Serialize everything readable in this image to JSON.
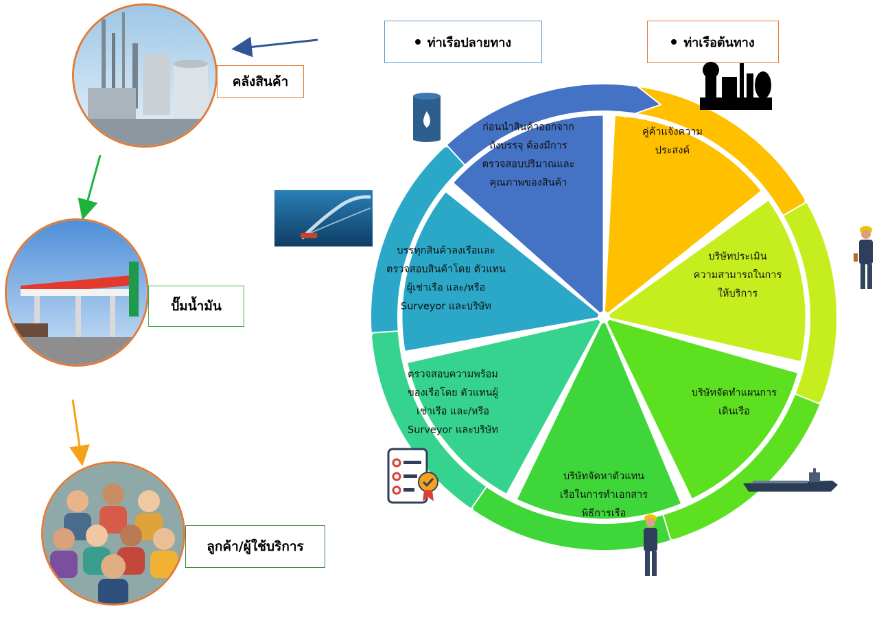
{
  "left_chain": {
    "warehouse": {
      "label": "คลังสินค้า",
      "image": "refinery-tanks-photo"
    },
    "gas_station": {
      "label": "ปั๊มน้ำมัน",
      "image": "gas-station-photo"
    },
    "customers": {
      "label": "ลูกค้า/ผู้ใช้บริการ",
      "image": "people-group-illustration"
    }
  },
  "ports": {
    "destination": "ท่าเรือปลายทาง",
    "origin": "ท่าเรือต้นทาง"
  },
  "cycle_steps": [
    {
      "lines": [
        "คู่ค้าแจ้งความ",
        "ประสงค์"
      ],
      "color": "#FFC000"
    },
    {
      "lines": [
        "บริษัทประเมิน",
        "ความสามารถในการ",
        "ให้บริการ"
      ],
      "color": "#C6EE1E"
    },
    {
      "lines": [
        "บริษัทจัดทำแผนการ",
        "เดินเรือ"
      ],
      "color": "#5CE01F"
    },
    {
      "lines": [
        "บริษัทจัดหาตัวแทน",
        "เรือในการทำเอกสาร",
        "พิธีการเรือ"
      ],
      "color": "#3FD63A"
    },
    {
      "lines": [
        "ตรวจสอบความพร้อม",
        "ของเรือโดย ตัวแทนผู้",
        "เช่าเรือ และ/หรือ",
        "Surveyor และบริษัท"
      ],
      "color": "#36D38E"
    },
    {
      "lines": [
        "บรรทุกสินค้าลงเรือและ",
        "ตรวจสอบสินค้าโดย ตัวแทน",
        "ผู้เช่าเรือ และ/หรือ",
        "Surveyor และบริษัท"
      ],
      "color": "#2BA8C8"
    },
    {
      "lines": [
        "ก่อนนำสินค้าออกจาก",
        "ถังบรรจุ ต้องมีการ",
        "ตรวจสอบปริมาณและ",
        "คุณภาพของสินค้า"
      ],
      "color": "#4472C4"
    }
  ],
  "colors": {
    "circle_border": "#E07B39",
    "arrow_blue": "#2F5597",
    "arrow_green": "#1DB33A",
    "arrow_orange": "#F4A21A",
    "destination_box_border": "#5B9BD5",
    "origin_box_border": "#E07B39",
    "gas_label_border": "#3CB04B",
    "customers_label_border": "#3C8A3C"
  },
  "icons": [
    "oil-barrel-icon",
    "refinery-icon",
    "worker-icon",
    "tanker-ship-icon",
    "checklist-icon",
    "ship-wake-photo"
  ]
}
